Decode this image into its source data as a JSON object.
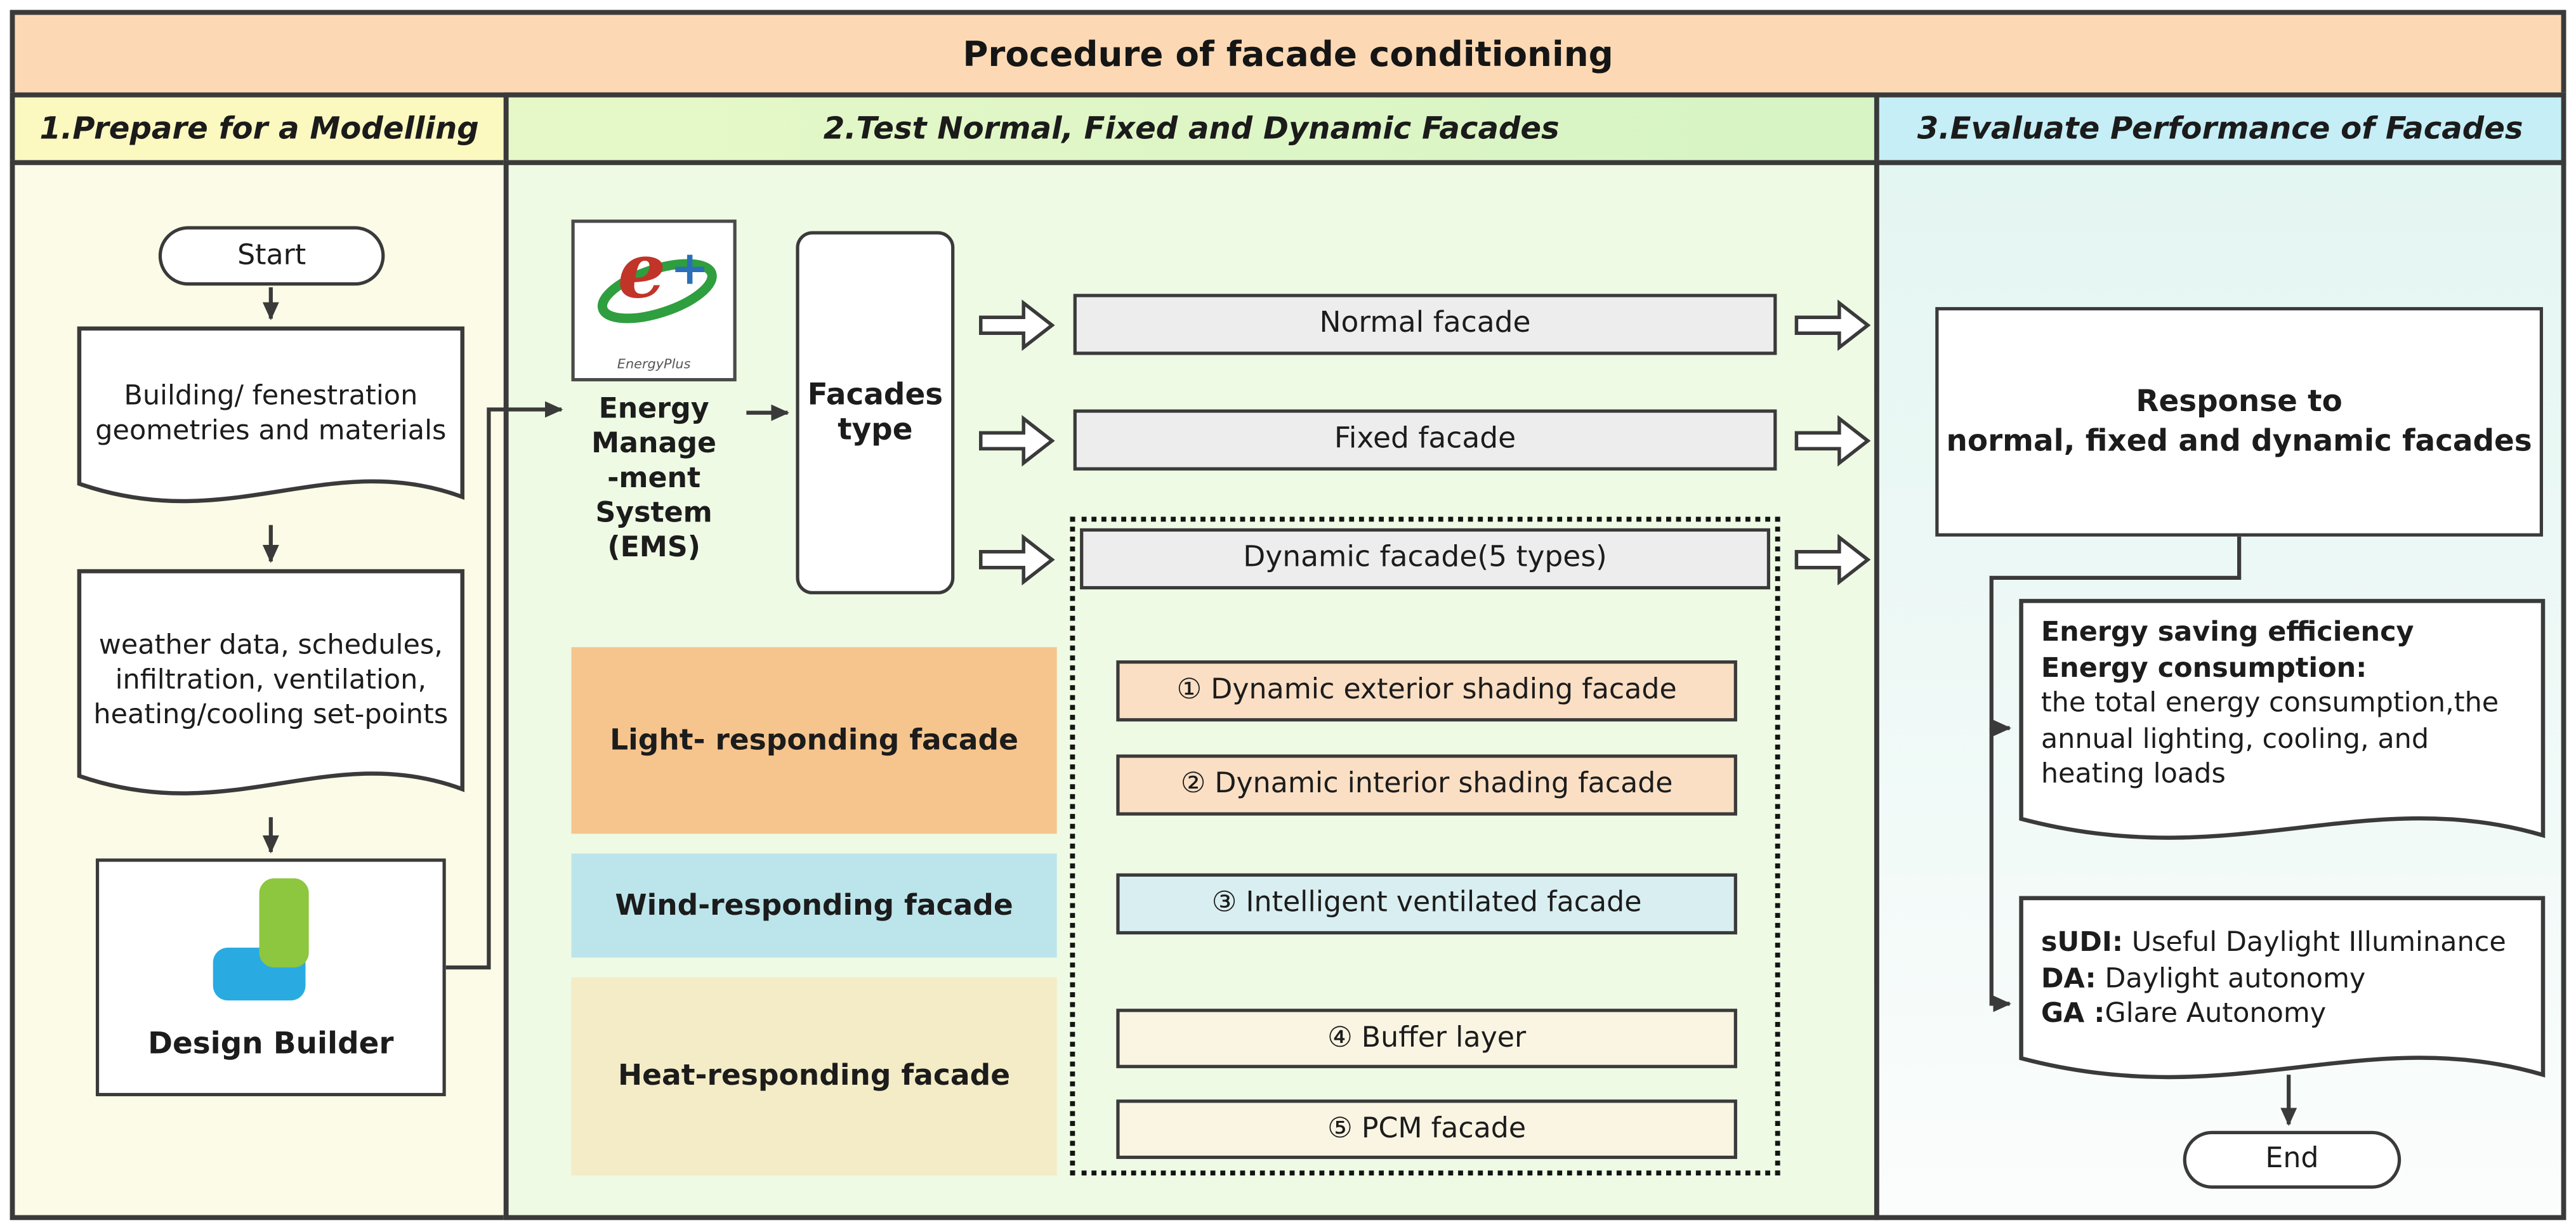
{
  "palette": {
    "border": "#3a3a3a",
    "title-bg": "#fcd9b4",
    "col1-header-bg": "#fbf8c0",
    "col2-header-bg": "#d6f4c4",
    "col3-header-bg": "#c5eef6",
    "col1-body-bg": "#fcfbe7",
    "col2-body-bg": "#eefae4",
    "gray-box-bg": "#ededed",
    "light-band-bg": "#f6c58e",
    "light-option-bg": "#fadfc4",
    "wind-band-bg": "#bce5eb",
    "wind-option-bg": "#d9eef1",
    "heat-band-bg": "#f3ecc6",
    "heat-option-bg": "#f9f5e2"
  },
  "title": "Procedure of  facade conditioning",
  "headers": {
    "prepare": "1.Prepare for a Modelling",
    "test": "2.Test Normal, Fixed and Dynamic Facades",
    "evaluate": "3.Evaluate Performance of Facades"
  },
  "prepare": {
    "start": "Start",
    "geometry_doc": "Building/ fenestration geometries and materials",
    "weather_doc": "weather data, schedules, infiltration, ventilation, heating/cooling set-points",
    "design_builder": "Design Builder"
  },
  "test": {
    "energyplus_caption": "EnergyPlus",
    "ems_lines": [
      "Energy",
      "Manage",
      "-ment",
      "System",
      "(EMS)"
    ],
    "facades_type": "Facades type",
    "normal_facade": "Normal facade",
    "fixed_facade": "Fixed facade",
    "dynamic_facade": "Dynamic facade(5 types)",
    "light_band": "Light- responding facade",
    "wind_band": "Wind-responding facade",
    "heat_band": "Heat-responding facade",
    "options": [
      "① Dynamic exterior shading facade",
      "② Dynamic interior shading facade",
      "③ Intelligent ventilated facade",
      "④ Buffer layer",
      "⑤ PCM facade"
    ]
  },
  "evaluate": {
    "response_line1": "Response to",
    "response_line2": "normal, fixed and dynamic facades",
    "energy_bold1": "Energy saving efficiency",
    "energy_bold2": "Energy consumption:",
    "energy_body": "the total energy consumption,the annual lighting, cooling, and heating loads",
    "daylight_lines": [
      {
        "bold": "sUDI:",
        "rest": " Useful Daylight Illuminance"
      },
      {
        "bold": "DA:",
        "rest": " Daylight autonomy"
      },
      {
        "bold": "GA :",
        "rest": "Glare Autonomy"
      }
    ],
    "end": "End"
  }
}
